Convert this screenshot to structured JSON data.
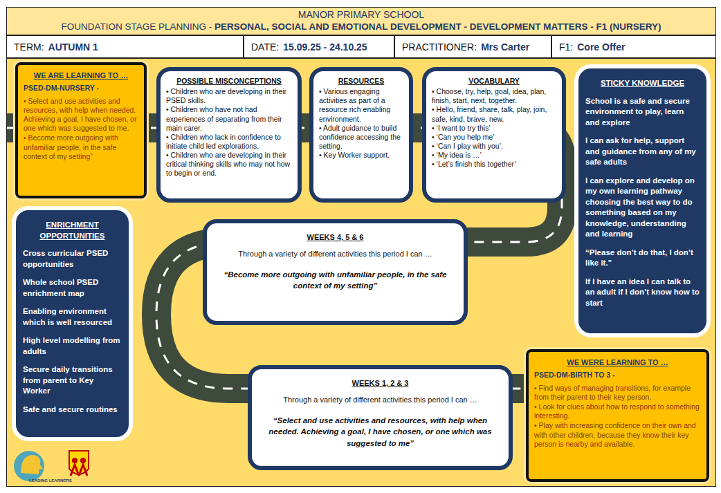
{
  "diagram": {
    "title": "MANOR PRIMARY SCHOOL",
    "nodes": [
      {
        "text": [
          "TERM:",
          "AUTUMN 1"
        ]
      },
      {
        "text": [
          "DATE:",
          "15.09.25 - 24.10.25"
        ]
      },
      {
        "text": [
          "PRACTITIONER:",
          "Mrs Carter"
        ]
      },
      {
        "text": [
          "F1:",
          "Core Offer"
        ]
      },
      {
        "text": [
          "WE ARE LEARNING TO …",
          "PSED-DM-NURSERY -",
          "• Select and use activities and resources, with help when needed. Achieving a goal, I have chosen, or one which was suggested to me.",
          "• Become more outgoing with unfamiliar people, in the safe context of my setting”"
        ]
      },
      {
        "text": [
          "POSSIBLE MISCONCEPTIONS",
          "• Children who are developing in their PSED skills.",
          "• Children who have not had experiences of separating from their main carer.",
          "• Children who lack in confidence to initiate child led explorations.",
          "• Children who are developing in their critical thinking skills who may not how to begin or end."
        ]
      },
      {
        "text": [
          "RESOURCES",
          "• Various engaging activities as part of a resource rich enabling environment.",
          "• Adult guidance to build confidence accessing the setting.",
          "• Key Worker support."
        ]
      },
      {
        "text": [
          "VOCABULARY",
          "• Choose, try, help, goal, idea, plan, finish, start, next, together.",
          "• Hello, friend, share, talk, play, join, safe, kind, brave, new.",
          "• ‘I want to try this’",
          "• ‘Can you help me’",
          "• ‘Can I play with you’.",
          "• ‘My idea is …’",
          "• ‘Let’s finish this together’"
        ]
      },
      {
        "text": [
          "STICKY KNOWLEDGE",
          "School is a safe and secure environment to play, learn and explore",
          "I can ask for help, support and guidance from any of my safe adults",
          "I can explore and develop on my own learning pathway choosing the best way to do something based on my knowledge, understanding and learning",
          "“Please don’t do that, I don’t like it.”",
          "If I have an idea I can talk to an adult if I don’t know how to start"
        ]
      },
      {
        "text": [
          "ENRICHMENT OPPORTUNITIES",
          "Cross curricular PSED opportunities",
          "Whole school PSED enrichment map",
          "Enabling environment which is well resourced",
          "High level modelling from adults",
          "Secure daily transitions from parent to Key Worker",
          "Safe and secure routines"
        ]
      },
      {
        "text": [
          "WEEKS 4, 5 & 6",
          "Through a variety of different activities this period I can …",
          "“Become more outgoing with unfamiliar people, in the safe context of my setting”"
        ]
      },
      {
        "text": [
          "WEEKS 1, 2 & 3",
          "Through a variety of different activities this period I can …",
          "“Select and use activities and resources, with help when needed. Achieving a goal, I have chosen, or one which was suggested to me”"
        ]
      },
      {
        "text": [
          "WE WERE LEARNING TO …",
          "PSED-DM-BIRTH TO 3 -",
          "• Find ways of managing transitions, for example from their parent to their key person.",
          "• Look for clues about how to respond to something interesting.",
          "• Play with increasing confidence on their own and with other children, because they know their key person is nearby and available."
        ]
      }
    ],
    "labels": [
      "FOUNDATION STAGE PLANNING - ",
      "PERSONAL, SOCIAL AND EMOTIONAL DEVELOPMENT - DEVELOPMENT MATTERS - F1 (NURSERY)",
      "LEADING LEARNERS"
    ]
  }
}
